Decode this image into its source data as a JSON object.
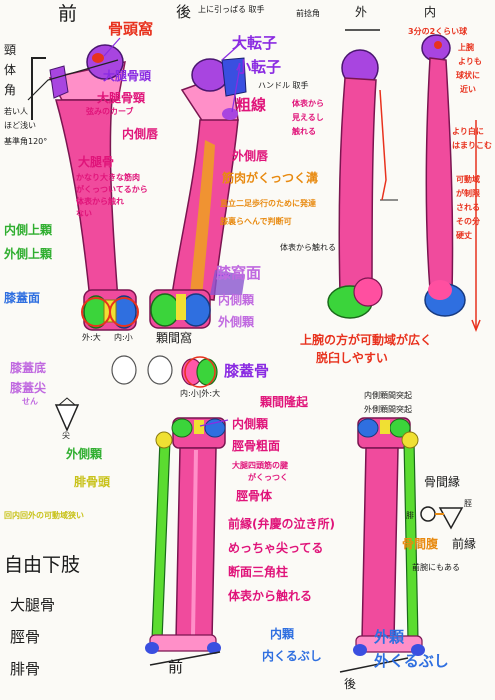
{
  "femur_front": {
    "title": "前",
    "neck_angle": [
      "頸",
      "体",
      "角"
    ],
    "note_young": "若い人",
    "note_shallow": "ほど浅い",
    "note_ref": "基準角120°",
    "fossa": "骨頭窩",
    "head": "大腿骨頭",
    "neck": "大腿骨頸",
    "neck_curve": "弦みのカーブ",
    "inner_lip": "内側唇",
    "body": "大腿骨",
    "body_note1": "かなり大きな筋肉",
    "body_note2": "がくっついてるから",
    "body_note3": "体表から触れ",
    "body_note4": "ない",
    "med_epicondyle": "内側上顆",
    "lat_epicondyle": "外側上顆",
    "patellar_surface": "膝蓋面",
    "outer_large": "外:大",
    "inner_small": "内:小"
  },
  "femur_back": {
    "title": "後",
    "note": "上に引っぱる 取手",
    "greater_troch": "大転子",
    "lesser_troch": "小転子",
    "handle": "ハンドル 取手",
    "linea": "粗線",
    "lat_lip": "外側唇",
    "groove": "筋肉がくっつく溝",
    "rear_note": "直立二足歩行のために発達",
    "back_knee": "膝裏らへんで判断可",
    "popliteal": "膝窩面",
    "med_condyle": "内側顆",
    "lat_condyle": "外側顆",
    "intercondylar": "顆間窩",
    "surface_touch1": "体表から",
    "surface_touch2": "見えるし",
    "surface_touch3": "触れる",
    "surface_touch4": "体表から触れる"
  },
  "femur_side": {
    "front_label": "前",
    "angle_label": "前捻角",
    "lat_label": "外",
    "med_label": "内",
    "ball_note1": "3分の2くらい球",
    "ball_note2": "上腕",
    "ball_note3": "よりも",
    "ball_note4": "球状に",
    "ball_note5": "近い",
    "ball_note6": "より白に",
    "ball_note7": "はまりこむ",
    "ball_note8": "可動域",
    "ball_note9": "が制限",
    "ball_note10": "される",
    "ball_note11": "その分",
    "ball_note12": "硬丈",
    "upper_arm": "上腕の方が可動域が広く",
    "dislocate": "脱臼しやすい"
  },
  "patella": {
    "base": "膝蓋底",
    "apex": "膝蓋尖",
    "apex_sub": "せん",
    "name": "膝蓋骨",
    "inner_outer": "内:小|外:大",
    "tip": "尖"
  },
  "tibia": {
    "intercondylar": "顆間隆起",
    "med_ic": "内側顆間突起",
    "lat_ic": "外側顆間突起",
    "med_condyle": "内側顆",
    "tuberosity": "脛骨粗面",
    "quad": "大腿四頭筋の腱",
    "quad2": "がくっつく",
    "lat_condyle": "外側顆",
    "fib_head": "腓骨頭",
    "rotate": "回内回外の可動域狭い",
    "body": "脛骨体",
    "anterior": "前縁(弁慶の泣き所)",
    "sharp": "めっちゃ尖ってる",
    "section": "断面三角柱",
    "touch": "体表から触れる",
    "med_malleolus": "内顆",
    "med_malleolus2": "内くるぶし",
    "lat_malleolus": "外顆",
    "lat_malleolus2": "外くるぶし",
    "front": "前",
    "back": "後"
  },
  "interosseous": {
    "title": "骨間縁",
    "fib": "腓",
    "tib": "脛",
    "fib_edge": "骨間腹",
    "front_edge": "前縁",
    "forearm": "前腕にもある"
  },
  "summary": {
    "free": "自由下肢",
    "femur": "大腿骨",
    "tibia": "脛骨",
    "fibula": "腓骨"
  },
  "colors": {
    "bone": "#f04b9d",
    "bone_light": "#ff8fc8",
    "head": "#a845e0",
    "fossa": "#e8321e",
    "knee_pink": "#ff4fa0",
    "condyle_green": "#3bd43b",
    "condyle_blue": "#2f6fe0",
    "condyle_yellow": "#f0e033",
    "fibula": "#5bdc30",
    "trochanter": "#3a4fe0"
  }
}
